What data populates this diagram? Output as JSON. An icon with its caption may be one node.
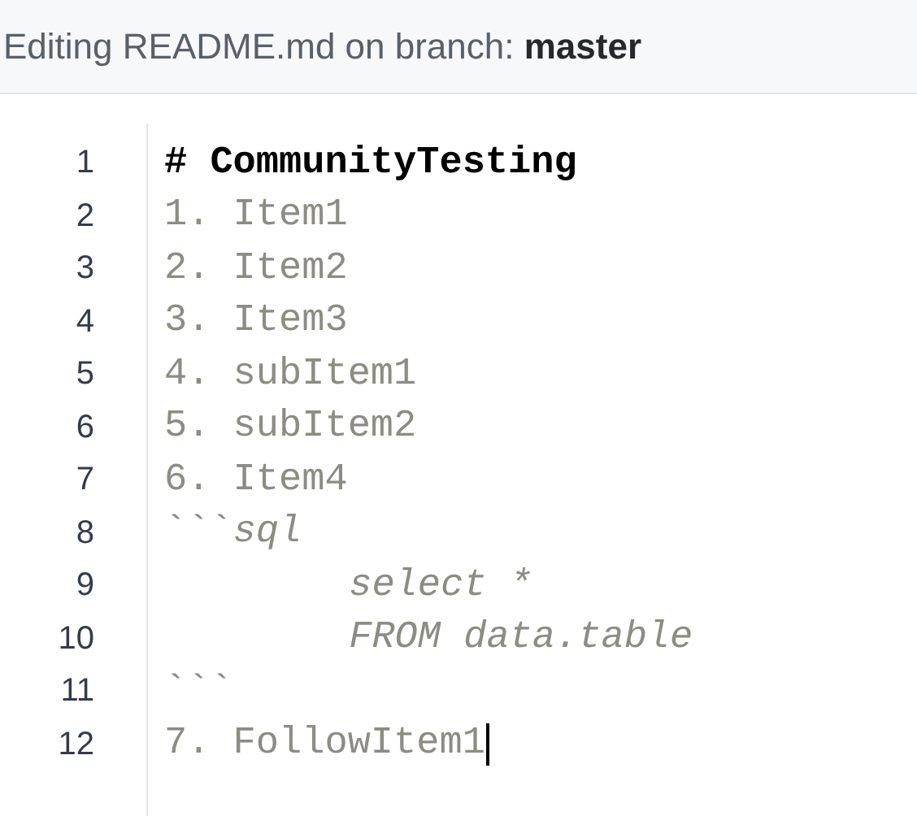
{
  "diagram": {
    "title": "Editing README.md on branch: **master**",
    "labels": [
      "1",
      "# CommunityTesting",
      "2",
      "1. Item1",
      "3",
      "2. Item2",
      "4",
      "3. Item3",
      "5",
      "4. subItem1",
      "6",
      "5. subItem2",
      "7",
      "6. Item4",
      "8",
      "```*sql*",
      "9",
      "select *",
      "10",
      "FROM data.table",
      "11",
      "```",
      "12",
      "7. FollowItem1"
    ]
  }
}
